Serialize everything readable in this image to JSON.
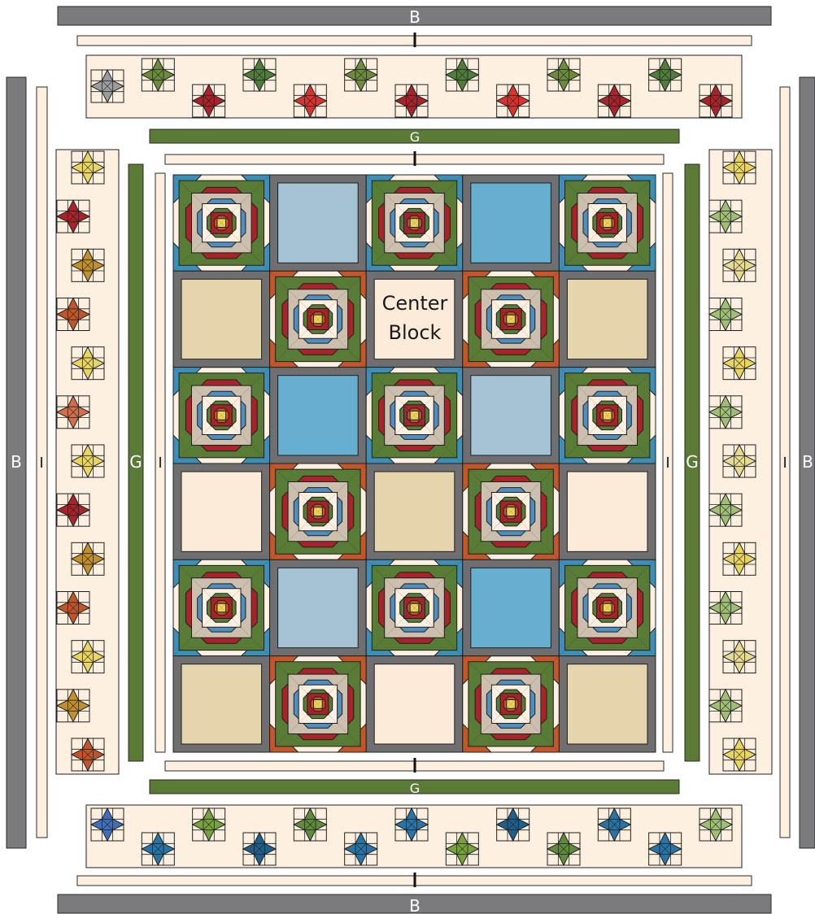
{
  "labels": {
    "border_b": "B",
    "border_i": "I",
    "border_g": "G",
    "center_block": [
      "Center",
      "Block"
    ]
  },
  "colors": {
    "gray_border": "#7b7b7d",
    "cream": "#fdf0e0",
    "sash_gray": "#6f6f71",
    "green_border": "#5b7a35",
    "outline": "#1f1f1f",
    "ring_blue": "#4f8fbf",
    "ring_red": "#a8232a",
    "ring_green": "#587b35",
    "ring_tan": "#cdbfae",
    "ring_yellow": "#ebd65a",
    "ring_orange": "#c0552a",
    "block_blue_corner": "#3e8fb8",
    "block_orange_corner": "#c4562a"
  },
  "alternate_squares": {
    "rows": [
      [
        "lightblue",
        "blue"
      ],
      [
        "tan",
        "cream",
        "tan"
      ],
      [
        "blue",
        "lightblue"
      ],
      [
        "cream",
        "tan",
        "cream"
      ],
      [
        "lightblue",
        "blue"
      ],
      [
        "tan",
        "cream",
        "tan"
      ]
    ],
    "palette": {
      "lightblue": "#a4c4d6",
      "blue": "#66afd0",
      "tan": "#e6d5ac",
      "cream": "#fdebd9"
    }
  },
  "star_borders": {
    "top": [
      "#9b9c9e",
      "#6b8c3c",
      "#a8232a",
      "#4f7d3a",
      "#d9332f",
      "#6b8c3c",
      "#a8232a",
      "#4f7d3a",
      "#d9332f",
      "#6b8c3c",
      "#a8232a",
      "#4f7d3a",
      "#a8232a"
    ],
    "bottom": [
      "#3e6fb8",
      "#2774a8",
      "#76a33c",
      "#1f5f8c",
      "#5f8c3c",
      "#2774a8",
      "#2774a8",
      "#76a33c",
      "#1f5f8c",
      "#5f8c3c",
      "#2774a8",
      "#2774a8",
      "#9fbf75"
    ],
    "left": [
      "#e9d55f",
      "#a8232a",
      "#c28f2a",
      "#c0552a",
      "#e9d55f",
      "#d16f4a",
      "#e9d55f",
      "#a8232a",
      "#c28f2a",
      "#c0552a",
      "#e9d55f",
      "#c28f2a",
      "#c0552a"
    ],
    "right": [
      "#e9d55f",
      "#9fbf75",
      "#e6db8f",
      "#9fbf75",
      "#e9d55f",
      "#9fbf75",
      "#e6db8f",
      "#9fbf75",
      "#e9d55f",
      "#9fbf75",
      "#e6db8f",
      "#9fbf75",
      "#e9d55f"
    ]
  }
}
